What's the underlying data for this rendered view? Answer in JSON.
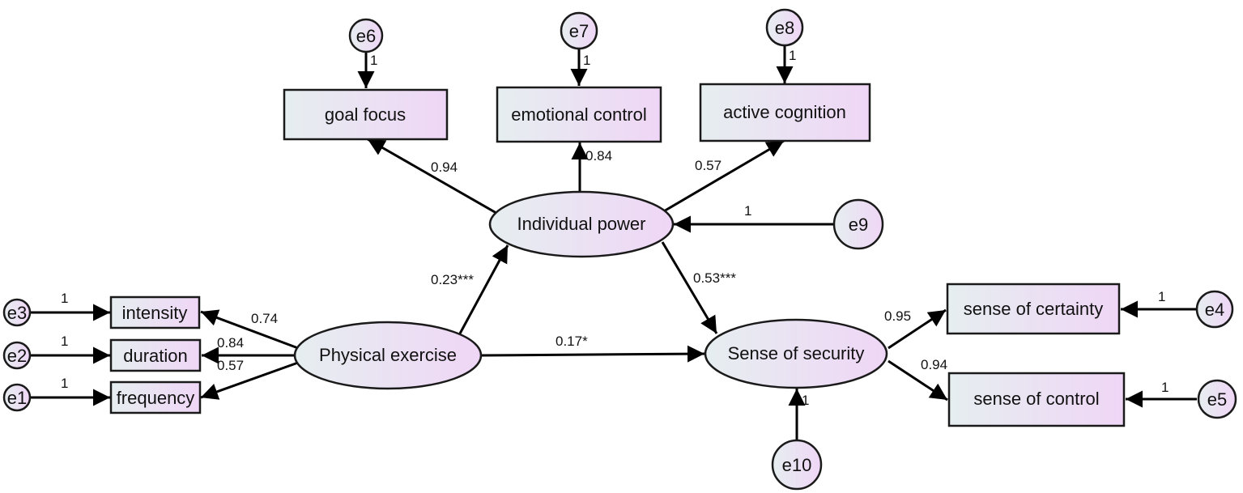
{
  "nodes": {
    "goal_focus": "goal focus",
    "emotional_control": "emotional control",
    "active_cognition": "active cognition",
    "individual_power": "Individual power",
    "physical_exercise": "Physical exercise",
    "sense_of_security": "Sense of security",
    "intensity": "intensity",
    "duration": "duration",
    "frequency": "frequency",
    "sense_of_certainty": "sense of certainty",
    "sense_of_control": "sense of control"
  },
  "errors": {
    "e1": "e1",
    "e2": "e2",
    "e3": "e3",
    "e4": "e4",
    "e5": "e5",
    "e6": "e6",
    "e7": "e7",
    "e8": "e8",
    "e9": "e9",
    "e10": "e10"
  },
  "paths": {
    "ip_goal": "0.94",
    "ip_emotional": "0.84",
    "ip_active": "0.57",
    "e9_ip": "1",
    "pe_ip": "0.23***",
    "ip_ss": "0.53***",
    "pe_ss": "0.17*",
    "pe_intensity": "0.74",
    "pe_duration": "0.84",
    "pe_frequency": "0.57",
    "ss_certainty": "0.95",
    "ss_control": "0.94",
    "e1_frequency": "1",
    "e2_duration": "1",
    "e3_intensity": "1",
    "e4_certainty": "1",
    "e5_control": "1",
    "e6_goal": "1",
    "e7_emotional": "1",
    "e8_active": "1",
    "e10_ss": "1"
  },
  "colors": {
    "fill_light": "#e6eef0",
    "fill_accent": "#efd6f6",
    "stroke": "#1a1a1a"
  }
}
